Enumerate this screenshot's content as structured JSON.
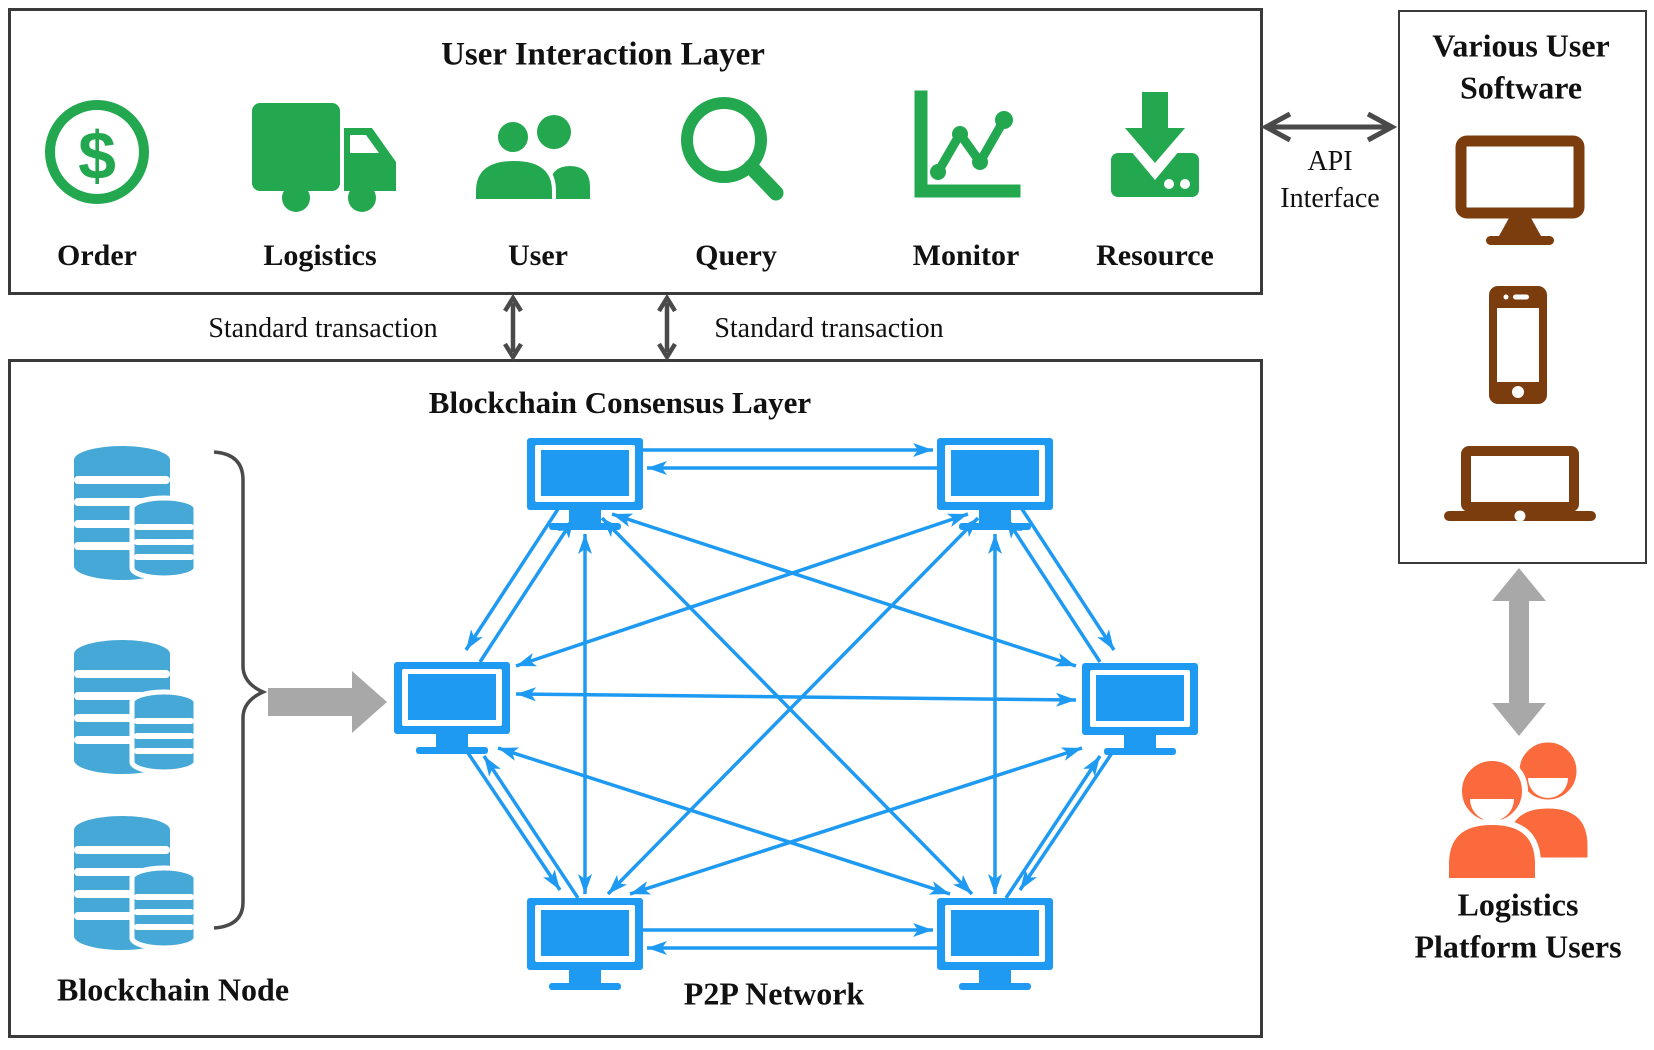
{
  "user_interaction_layer": {
    "title": "User Interaction Layer",
    "modules": [
      {
        "label": "Order",
        "icon": "dollar-circle-icon"
      },
      {
        "label": "Logistics",
        "icon": "truck-icon"
      },
      {
        "label": "User",
        "icon": "people-icon"
      },
      {
        "label": "Query",
        "icon": "magnifier-icon"
      },
      {
        "label": "Monitor",
        "icon": "line-chart-icon"
      },
      {
        "label": "Resource",
        "icon": "download-tray-icon"
      }
    ]
  },
  "connections": {
    "api_interface": {
      "line1": "API",
      "line2": "Interface"
    },
    "standard_transaction_left": "Standard transaction",
    "standard_transaction_right": "Standard transaction"
  },
  "blockchain_consensus_layer": {
    "title": "Blockchain Consensus Layer",
    "blockchain_node_label": "Blockchain Node",
    "p2p_network_label": "P2P Network",
    "node_count": 6,
    "database_count": 3
  },
  "various_user_software": {
    "title_line1": "Various User",
    "title_line2": "Software",
    "devices": [
      "desktop",
      "smartphone",
      "laptop"
    ]
  },
  "logistics_platform_users": {
    "line1": "Logistics",
    "line2": "Platform Users"
  },
  "icons": {
    "order_glyph": "$"
  },
  "colors": {
    "module_green": "#23A850",
    "network_blue": "#1E9AF2",
    "database_blue": "#45A8D6",
    "device_brown": "#7B3D0E",
    "users_orange": "#FA6A3C",
    "arrow_gray": "#A8A8A8",
    "connector_dark": "#4A4A4A",
    "border_dark": "#3A3A3A"
  }
}
